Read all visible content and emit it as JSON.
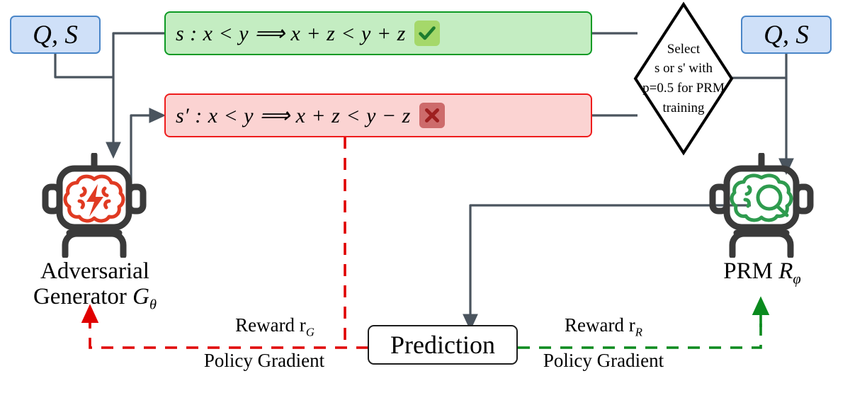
{
  "diagram": {
    "title": "Adversarial Generator / PRM training loop",
    "colors": {
      "qs_fill": "#cfe0f8",
      "qs_border": "#4a86c8",
      "green_fill": "#c4edc2",
      "green_border": "#0d9a24",
      "red_fill": "#fbd3d2",
      "red_border": "#ee1c1c",
      "badge_ok": "#a5d86a",
      "badge_ok_mark": "#1d7d2e",
      "badge_bad": "#cd6b6b",
      "badge_bad_mark": "#9e2020",
      "connector": "#4a545e",
      "reward_g": "#e00000",
      "reward_r": "#0a8a1e",
      "robot_body": "#3a3a3a",
      "brain_generator": "#e03a22",
      "brain_prm": "#2e9b4e"
    },
    "nodes": {
      "qs_left": {
        "label": "Q, S",
        "name": "question-solution-left"
      },
      "qs_right": {
        "label": "Q, S",
        "name": "question-solution-right"
      },
      "correct_step": {
        "prefix": "s",
        "text": "s : x < y ⟹ x + z < y + z",
        "verdict": "correct",
        "badge_icon": "check-icon"
      },
      "adversarial_step": {
        "prefix": "s'",
        "text": "s′ : x < y ⟹ x + z < y − z",
        "verdict": "incorrect",
        "badge_icon": "cross-icon"
      },
      "selector": {
        "lines": [
          "Select",
          "s or s' with",
          "p=0.5 for PRM",
          "training"
        ]
      },
      "generator": {
        "line1": "Adversarial",
        "line2_prefix": "Generator ",
        "line2_symbol": "G",
        "line2_subscript": "θ",
        "icon": "robot-brain-lightning-icon"
      },
      "prm": {
        "label_prefix": "PRM ",
        "label_symbol": "R",
        "label_subscript": "φ",
        "icon": "robot-brain-magnifier-icon"
      },
      "prediction": {
        "label": "Prediction"
      }
    },
    "edges": {
      "reward_generator": {
        "top": "Reward r",
        "top_sub": "G",
        "bottom": "Policy Gradient",
        "color": "#e00000",
        "style": "dashed"
      },
      "reward_prm": {
        "top": "Reward r",
        "top_sub": "R",
        "bottom": "Policy Gradient",
        "color": "#0a8a1e",
        "style": "dashed"
      }
    }
  }
}
